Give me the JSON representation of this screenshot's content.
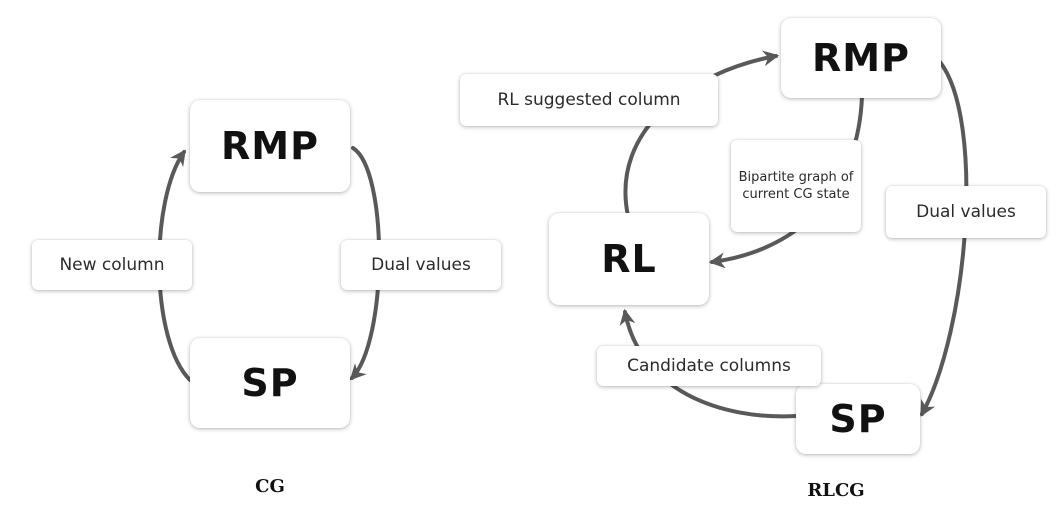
{
  "cg": {
    "rmp": "RMP",
    "sp": "SP",
    "new_column": "New column",
    "dual_values": "Dual values",
    "caption": "CG"
  },
  "rlcg": {
    "rmp": "RMP",
    "rl": "RL",
    "sp": "SP",
    "rl_suggested_column": "RL suggested column",
    "bipartite_graph": "Bipartite graph of current CG state",
    "dual_values": "Dual values",
    "candidate_columns": "Candidate columns",
    "caption": "RLCG"
  },
  "colors": {
    "arrow": "#595959",
    "box": "#ffffff",
    "text": "#111111"
  }
}
